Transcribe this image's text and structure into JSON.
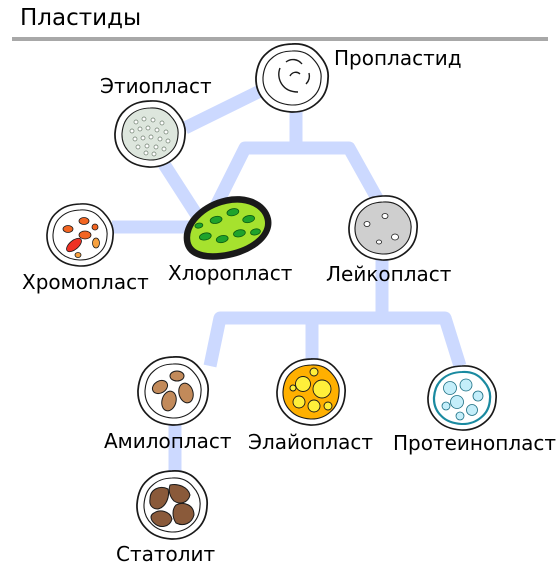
{
  "title": "Пластиды",
  "colors": {
    "connector": "#ccd9ff",
    "outline": "#1a1a1a",
    "rule": "#a8a8a8"
  },
  "plastids": {
    "proplastid": {
      "label": "Пропластид",
      "icon": "proplastid-icon"
    },
    "etioplast": {
      "label": "Этиопласт",
      "icon": "etioplast-icon"
    },
    "chromoplast": {
      "label": "Хромопласт",
      "icon": "chromoplast-icon"
    },
    "chloroplast": {
      "label": "Хлоропласт",
      "icon": "chloroplast-icon"
    },
    "leucoplast": {
      "label": "Лейкопласт",
      "icon": "leucoplast-icon"
    },
    "amyloplast": {
      "label": "Амилопласт",
      "icon": "amyloplast-icon"
    },
    "elaioplast": {
      "label": "Элайопласт",
      "icon": "elaioplast-icon"
    },
    "proteinoplast": {
      "label": "Протеинопласт",
      "icon": "proteinoplast-icon"
    },
    "statolith": {
      "label": "Статолит",
      "icon": "statolith-icon"
    }
  }
}
